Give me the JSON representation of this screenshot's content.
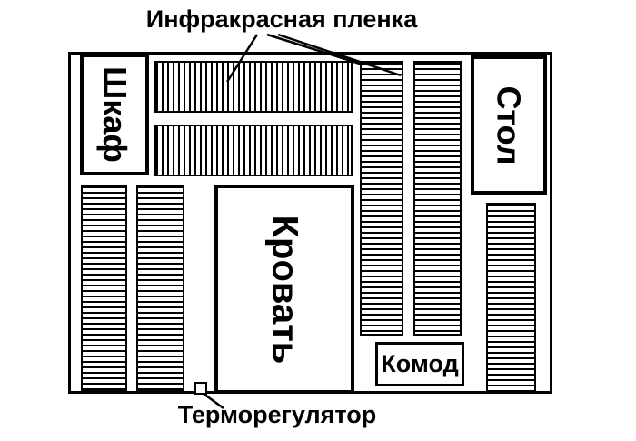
{
  "title": "Инфракрасная пленка",
  "labels": {
    "wardrobe": "Шкаф",
    "desk": "Стол",
    "bed": "Кровать",
    "dresser": "Комод",
    "thermostat": "Терморегулятор"
  },
  "colors": {
    "line": "#000000",
    "background": "#ffffff"
  },
  "film_panels": [
    {
      "name": "top-film-strip-1",
      "stripes": "vertical"
    },
    {
      "name": "top-film-strip-2",
      "stripes": "vertical"
    },
    {
      "name": "center-film-column-1",
      "stripes": "horizontal"
    },
    {
      "name": "center-film-column-2",
      "stripes": "horizontal"
    },
    {
      "name": "left-film-column-1",
      "stripes": "horizontal"
    },
    {
      "name": "left-film-column-2",
      "stripes": "horizontal"
    },
    {
      "name": "right-film-column",
      "stripes": "horizontal"
    }
  ]
}
